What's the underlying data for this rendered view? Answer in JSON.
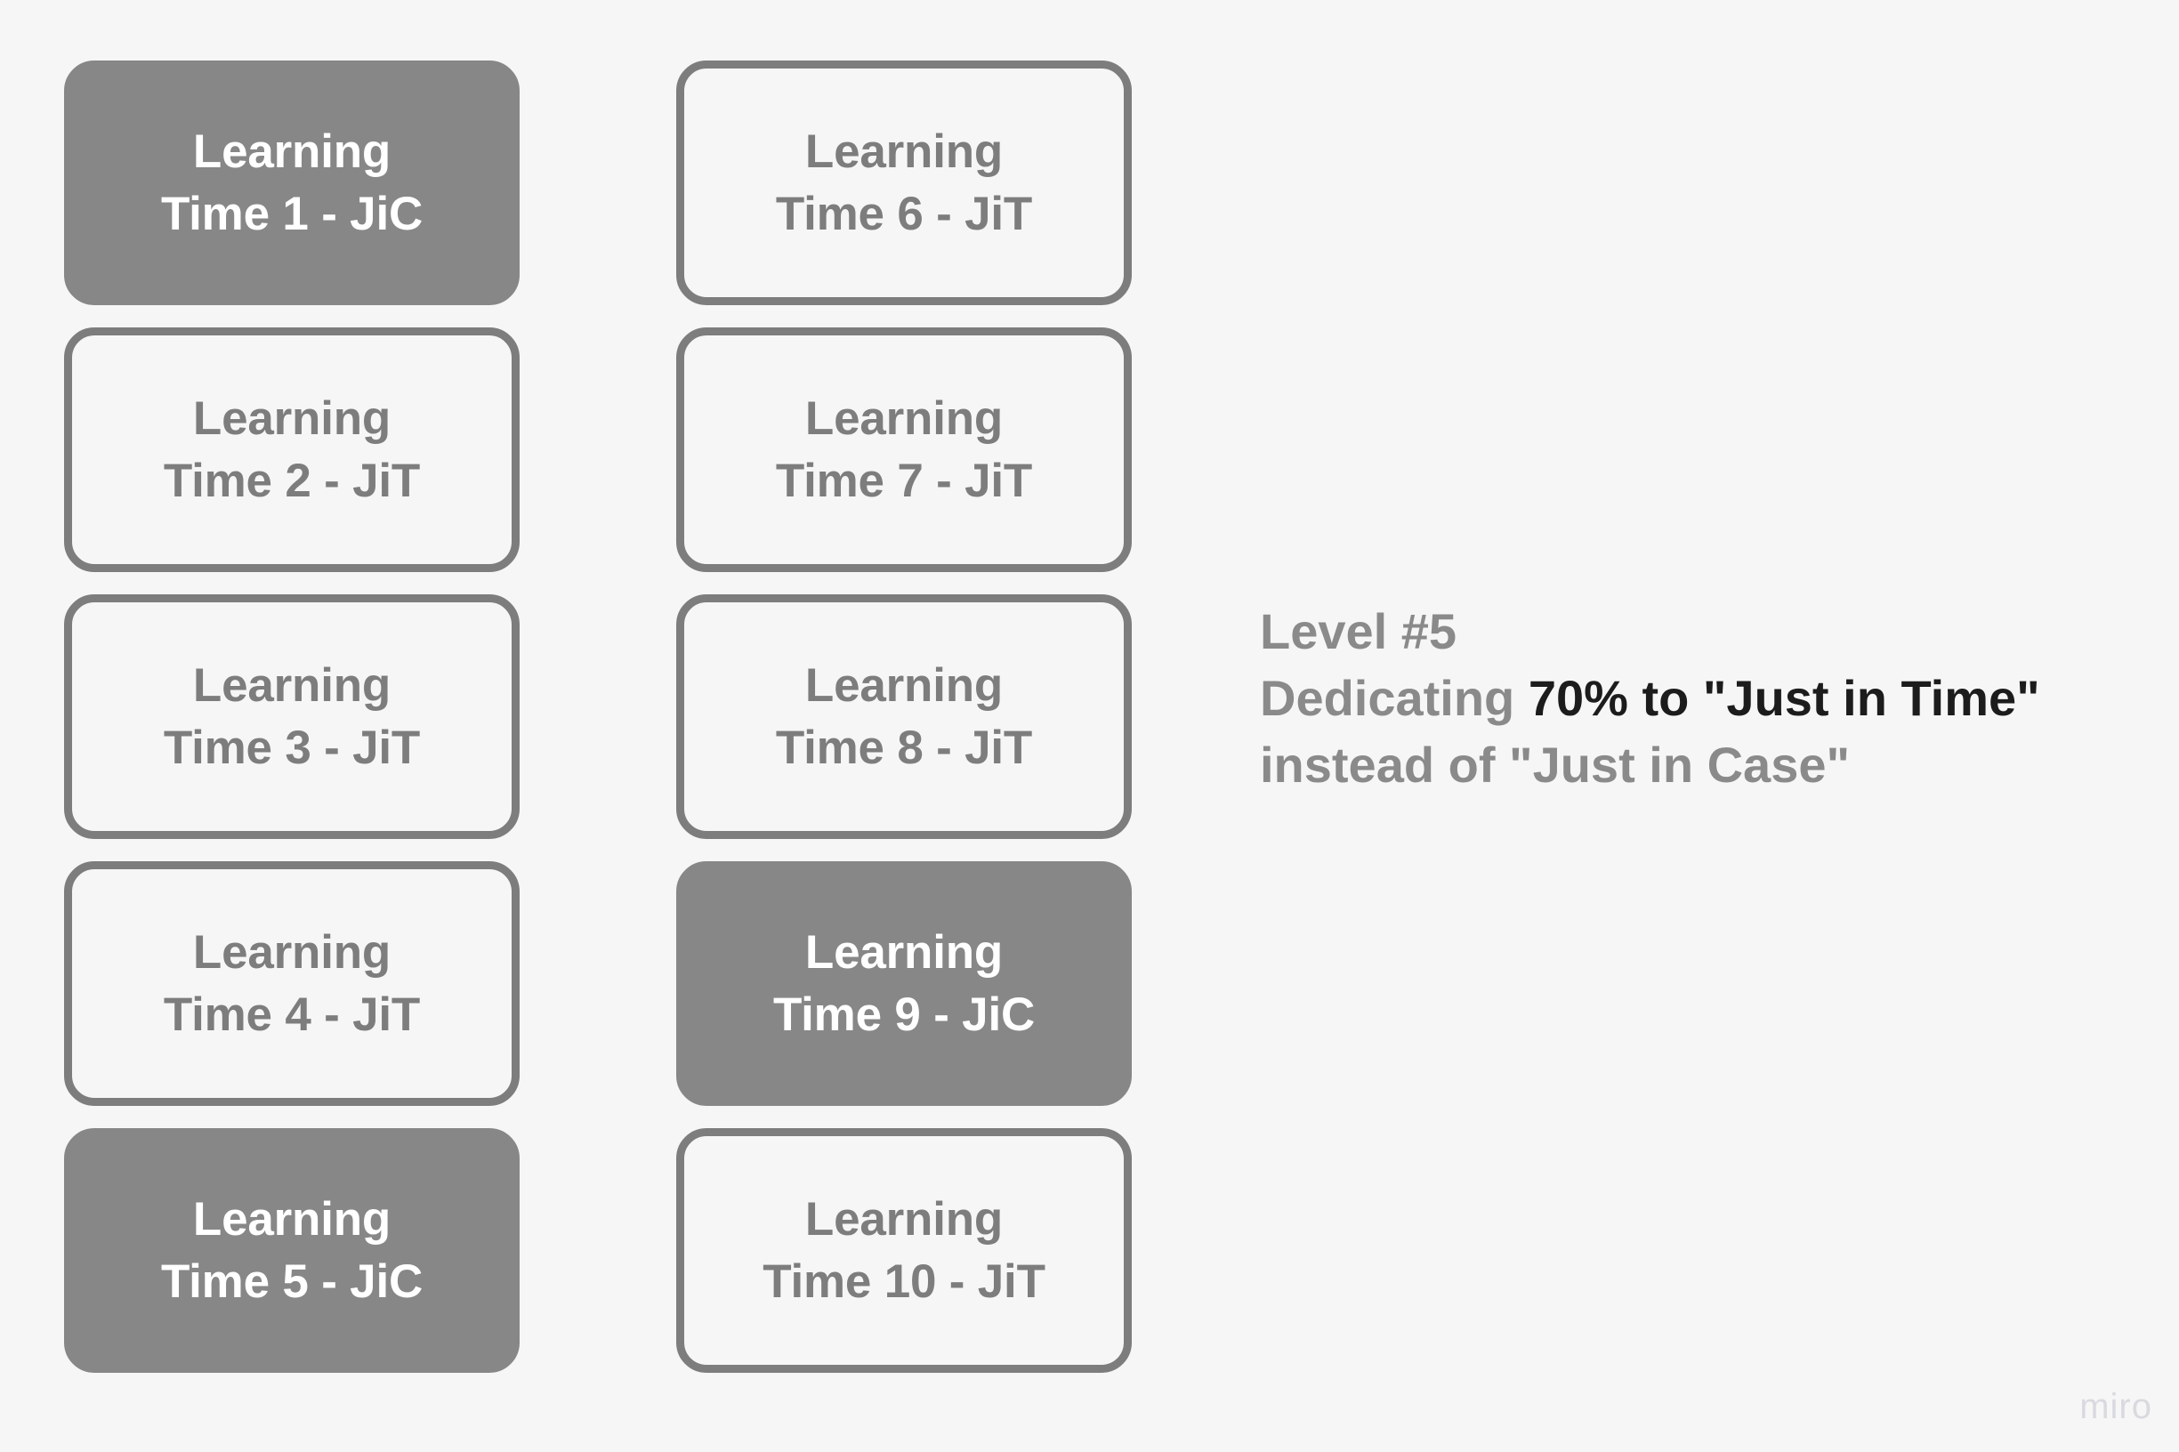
{
  "canvas": {
    "background_color": "#f6f6f6"
  },
  "columns": [
    {
      "name": "column-1",
      "cards": [
        {
          "line1": "Learning",
          "line2": "Time 1 - JiC",
          "text": "Learning\nTime 1 - JiC",
          "style": "filled",
          "mode": "JiC"
        },
        {
          "line1": "Learning",
          "line2": "Time 2 - JiT",
          "text": "Learning\nTime 2 - JiT",
          "style": "outline",
          "mode": "JiT"
        },
        {
          "line1": "Learning",
          "line2": "Time 3 - JiT",
          "text": "Learning\nTime 3 - JiT",
          "style": "outline",
          "mode": "JiT"
        },
        {
          "line1": "Learning",
          "line2": "Time 4 - JiT",
          "text": "Learning\nTime 4 - JiT",
          "style": "outline",
          "mode": "JiT"
        },
        {
          "line1": "Learning",
          "line2": "Time 5 - JiC",
          "text": "Learning\nTime 5 - JiC",
          "style": "filled",
          "mode": "JiC"
        }
      ]
    },
    {
      "name": "column-2",
      "cards": [
        {
          "line1": "Learning",
          "line2": "Time 6 - JiT",
          "text": "Learning\nTime 6 - JiT",
          "style": "outline",
          "mode": "JiT"
        },
        {
          "line1": "Learning",
          "line2": "Time 7 - JiT",
          "text": "Learning\nTime 7 - JiT",
          "style": "outline",
          "mode": "JiT"
        },
        {
          "line1": "Learning",
          "line2": "Time 8 - JiT",
          "text": "Learning\nTime 8 - JiT",
          "style": "outline",
          "mode": "JiT"
        },
        {
          "line1": "Learning",
          "line2": "Time 9 - JiC",
          "text": "Learning\nTime 9 - JiC",
          "style": "filled",
          "mode": "JiC"
        },
        {
          "line1": "Learning",
          "line2": "Time 10 - JiT",
          "text": "Learning\nTime 10 - JiT",
          "style": "outline",
          "mode": "JiT"
        }
      ]
    }
  ],
  "annotation": {
    "title": "Level #5",
    "line2_prefix": "Dedicating ",
    "line2_emphasis": "70% to \"Just in Time\"",
    "line3": "instead of \"Just in Case\"",
    "percentage": "70%",
    "muted_color": "#8a8a8a",
    "emphasis_color": "#1c1c1c"
  },
  "watermark": {
    "label": "miro",
    "color": "#d9dae0"
  },
  "legend": {
    "filled_color": "#878787",
    "outline_color": "#7d7d7d",
    "filled_label_color": "#ffffff"
  }
}
